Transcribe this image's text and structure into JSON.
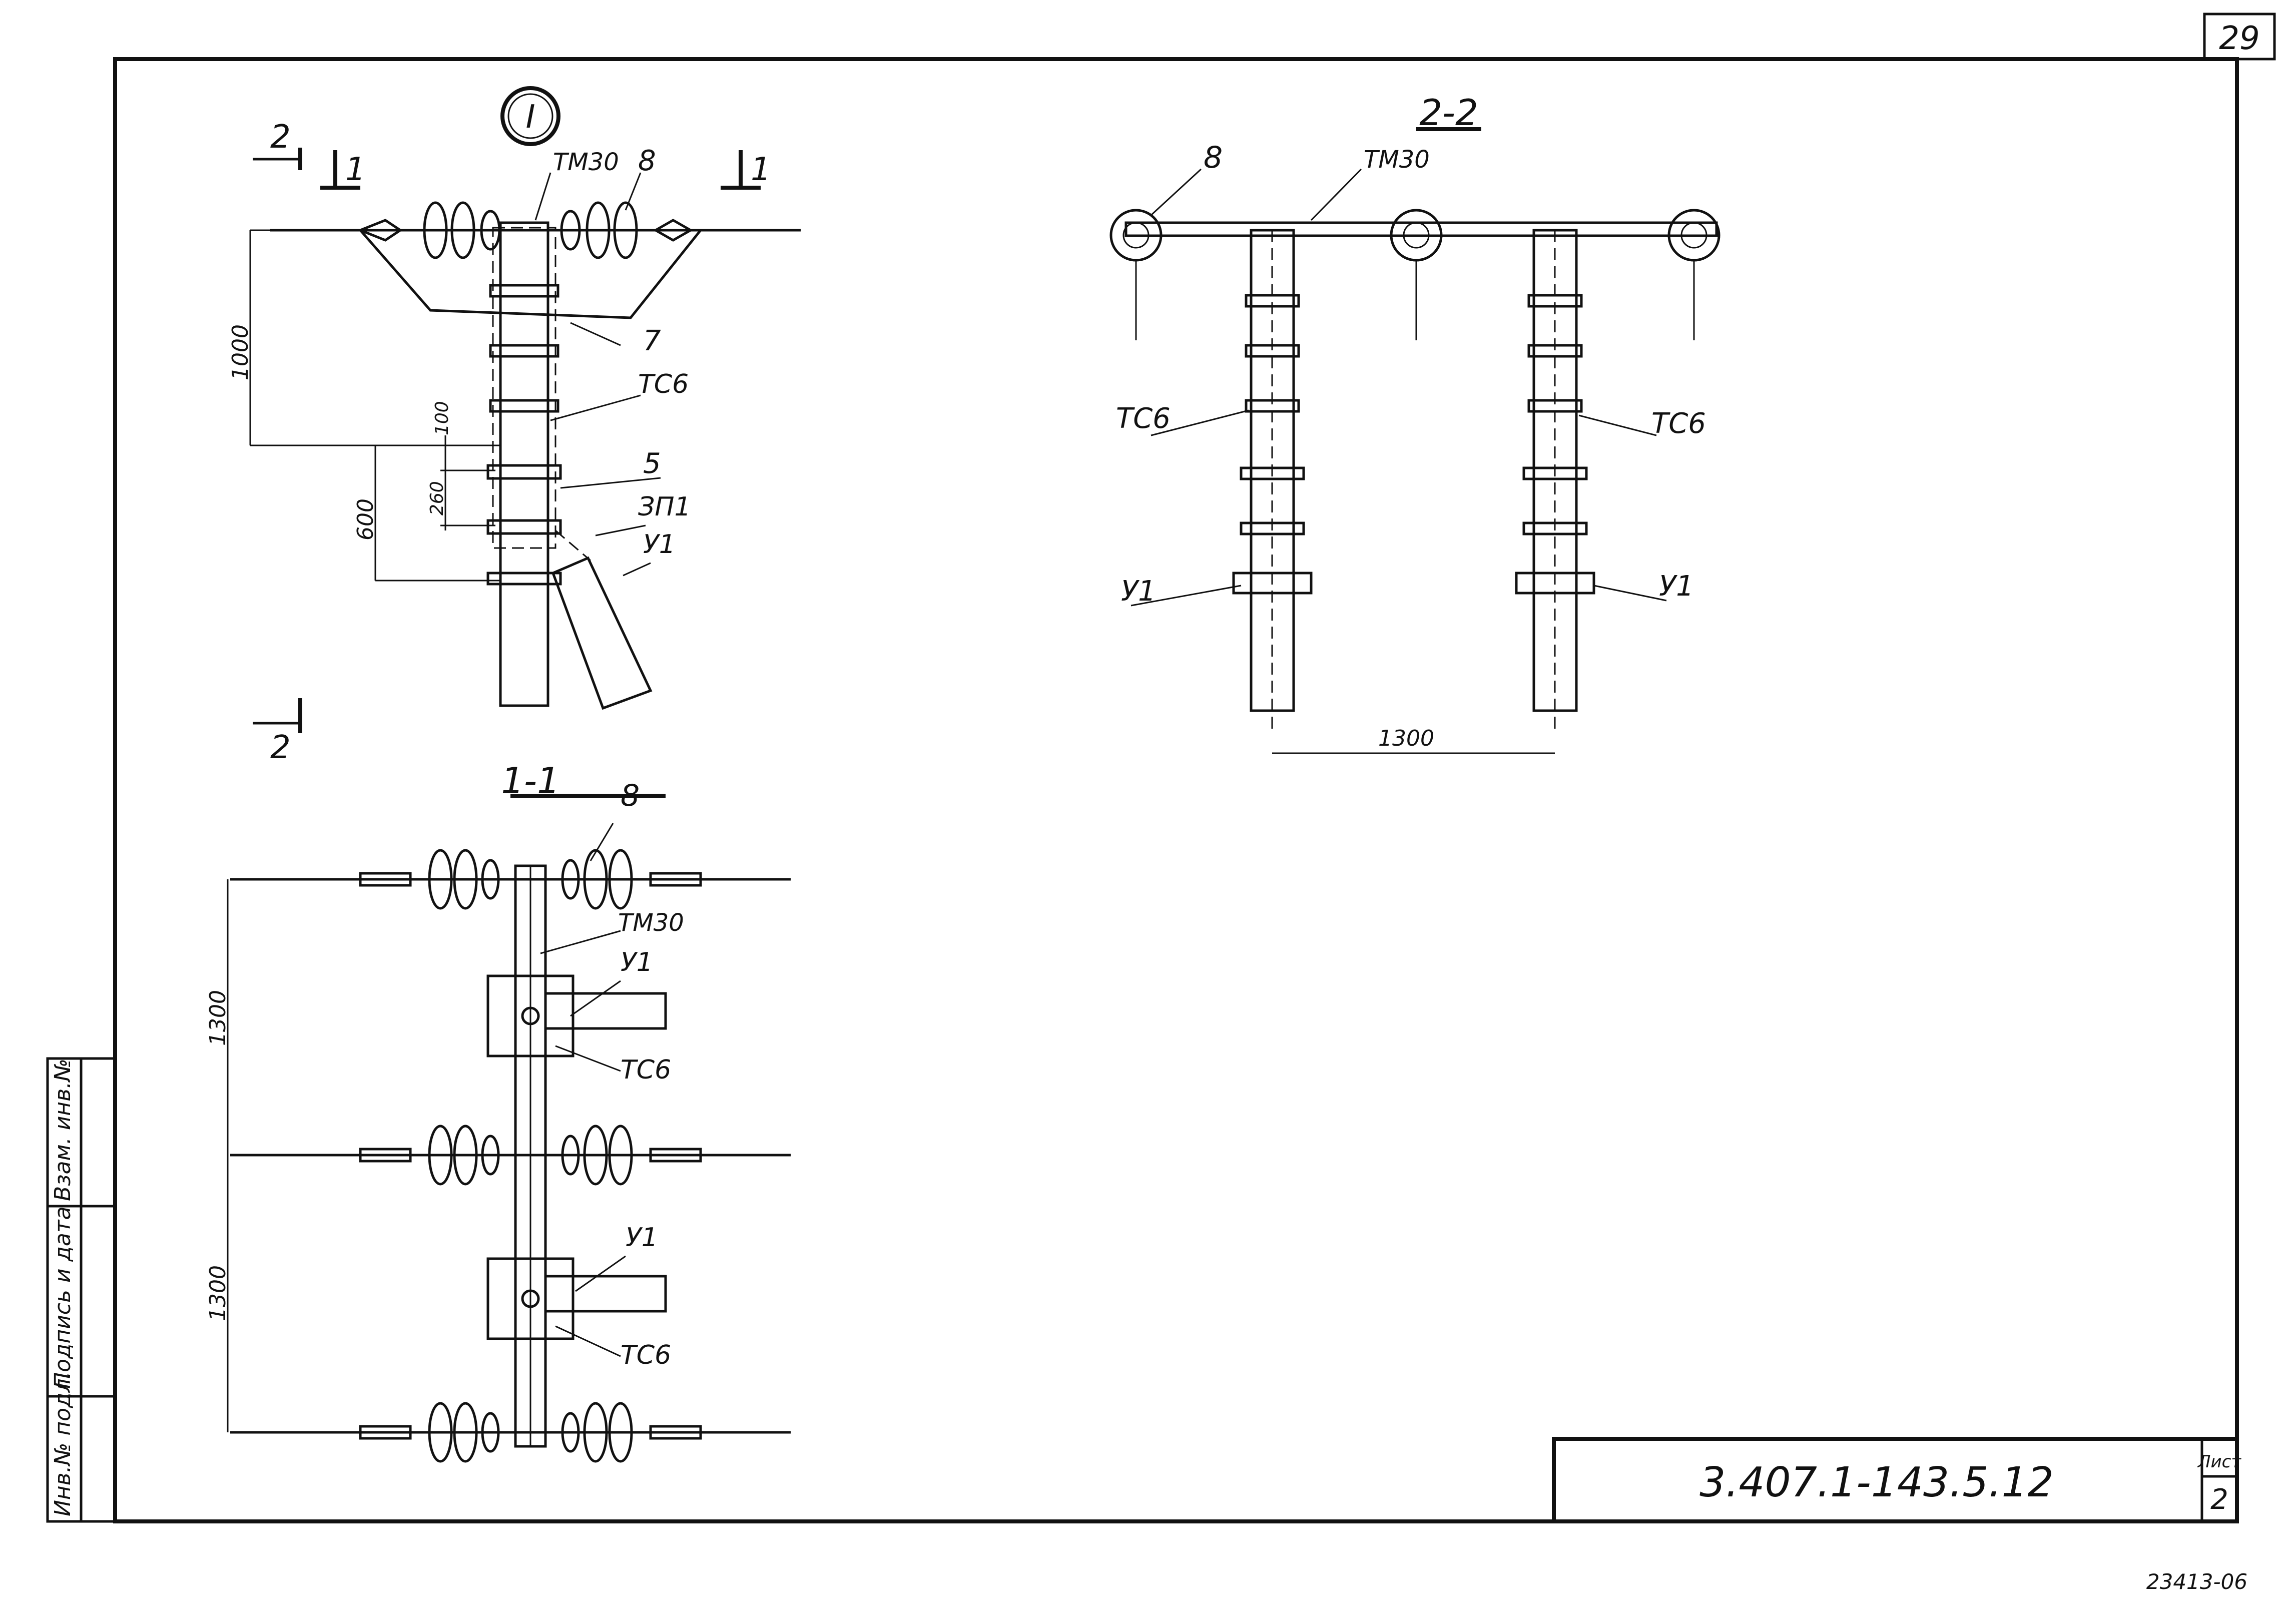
{
  "sheet": {
    "page_number": "29",
    "designation": "3.407.1-143.5.12",
    "sheet_label": "Лист",
    "sheet_no": "2",
    "archive_no": "23413-06"
  },
  "side_stamp": {
    "col1": "Инв.№ подл.",
    "col2": "Подпись и дата",
    "col3": "Взам. инв.№"
  },
  "view_main": {
    "node_mark": "I",
    "section_2_top": "2",
    "section_2_bottom": "2",
    "section_1_left": "1",
    "section_1_right": "1",
    "labels": {
      "tm30": "ТМ30",
      "p8": "8",
      "p7": "7",
      "tc6": "ТС6",
      "p5": "5",
      "zp1": "ЗП1",
      "u1": "У1"
    },
    "dims": {
      "d1000": "1000",
      "d100": "100",
      "d260": "260",
      "d600": "600"
    }
  },
  "view_11": {
    "title": "1-1",
    "labels": {
      "p8": "8",
      "tm30": "ТМ30",
      "u1a": "У1",
      "tc6a": "ТС6",
      "u1b": "У1",
      "tc6b": "ТС6"
    },
    "dims": {
      "d1300a": "1300",
      "d1300b": "1300"
    }
  },
  "view_22": {
    "title": "2-2",
    "labels": {
      "p8": "8",
      "tm30": "ТМ30",
      "tc6_left": "ТС6",
      "tc6_right": "ТС6",
      "u1_left": "У1",
      "u1_right": "У1"
    },
    "dims": {
      "d1300": "1300"
    }
  }
}
